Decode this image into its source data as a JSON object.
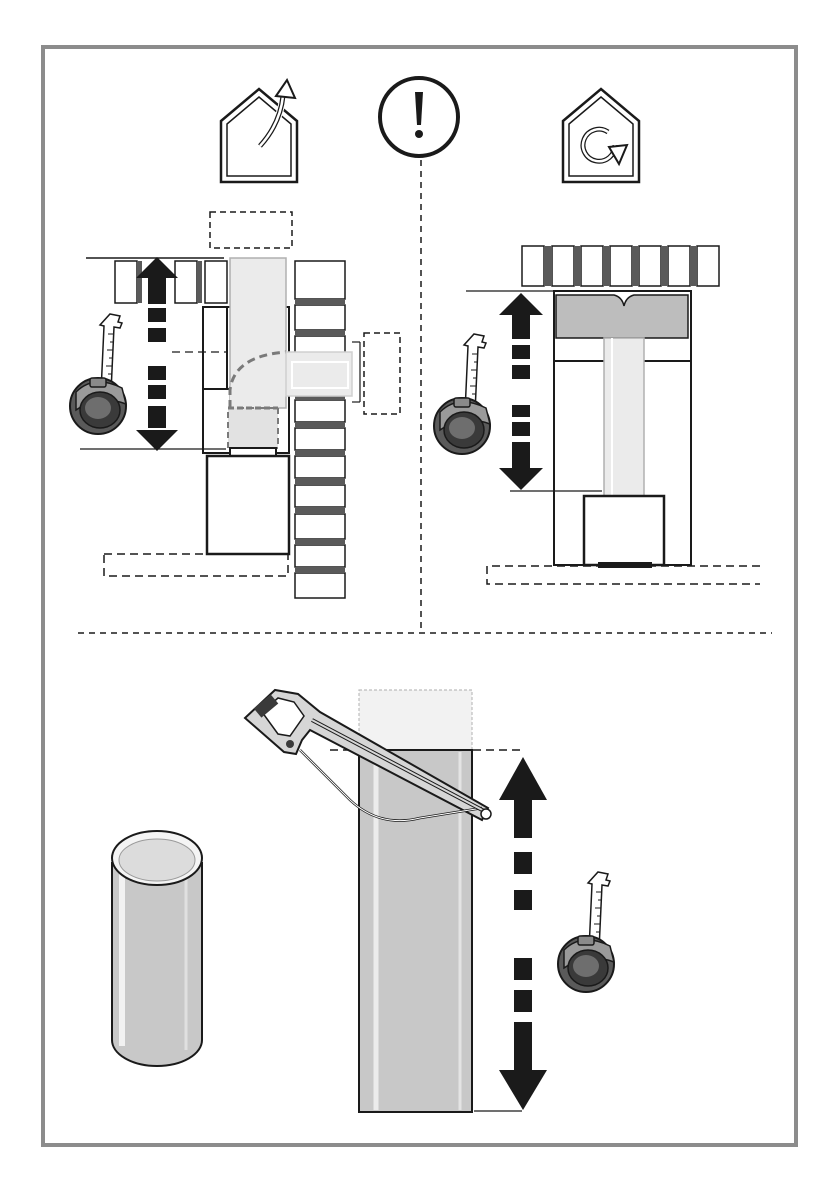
{
  "document": {
    "type": "installation-instruction-page",
    "panels": [
      {
        "id": "exhaust-mode",
        "icon": "house-exhaust-air-icon"
      },
      {
        "id": "recirculation-mode",
        "icon": "house-recirculation-icon"
      },
      {
        "id": "cut-duct",
        "icon": "hacksaw-icon"
      }
    ],
    "warning_icon": "exclamation-warning-icon",
    "tools": [
      "tape-measure-icon",
      "hacksaw-icon"
    ]
  },
  "colors": {
    "border": "#8c8c8c",
    "line": "#1a1a1a",
    "duct_fill": "#d9d9d9",
    "duct_light": "#ebebeb",
    "filter_fill": "#bdbdbd",
    "tape_body": "#707070",
    "tape_dark": "#3a3a3a",
    "white": "#ffffff"
  }
}
